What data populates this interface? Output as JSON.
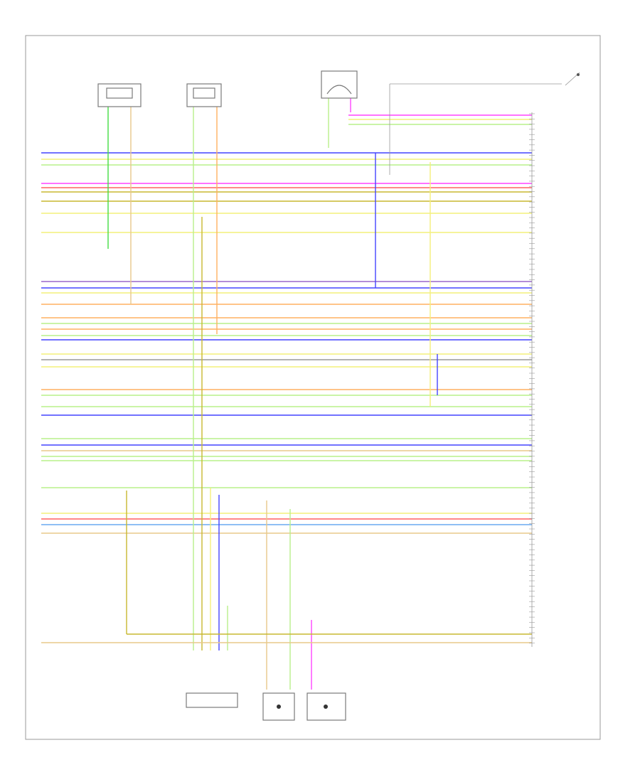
{
  "diagram_code": "",
  "components": {
    "pcm": {
      "name": "",
      "pin_count": 104
    },
    "sensor_top_1": {
      "name": ""
    },
    "sensor_top_2": {
      "name": ""
    },
    "sensor_top_3": {
      "name": ""
    },
    "switch_top_right": {
      "name": ""
    },
    "sensor_bottom_multi": {
      "name": ""
    },
    "knock_sensor_1": {
      "name": ""
    },
    "knock_sensor_2": {
      "name": ""
    }
  },
  "wire_colors": {
    "pink": "#ff44ff",
    "yellow": "#f4f07a",
    "light_green": "#b8f08a",
    "green": "#44dd44",
    "blue": "#4444ff",
    "orange": "#ffb060",
    "red": "#ff6060",
    "tan": "#e8c88a",
    "olive": "#c8b830",
    "gray": "#999999",
    "light_blue": "#6aaaf0",
    "purple": "#9966cc"
  },
  "wires": [
    {
      "color": "pink"
    },
    {
      "color": "yellow"
    },
    {
      "color": "light_green"
    },
    {
      "color": "blue"
    },
    {
      "color": "yellow"
    },
    {
      "color": "light_green"
    },
    {
      "color": "pink"
    },
    {
      "color": "red"
    },
    {
      "color": "olive"
    },
    {
      "color": "olive"
    },
    {
      "color": "yellow"
    },
    {
      "color": "yellow"
    },
    {
      "color": "purple"
    },
    {
      "color": "blue"
    },
    {
      "color": "yellow"
    },
    {
      "color": "orange"
    },
    {
      "color": "orange"
    },
    {
      "color": "light_green"
    },
    {
      "color": "orange"
    },
    {
      "color": "light_green"
    },
    {
      "color": "blue"
    },
    {
      "color": "yellow"
    },
    {
      "color": "gray"
    },
    {
      "color": "yellow"
    },
    {
      "color": "orange"
    },
    {
      "color": "light_green"
    },
    {
      "color": "light_green"
    },
    {
      "color": "blue"
    },
    {
      "color": "light_green"
    },
    {
      "color": "blue"
    },
    {
      "color": "tan"
    },
    {
      "color": "light_green"
    },
    {
      "color": "light_green"
    },
    {
      "color": "light_green"
    },
    {
      "color": "yellow"
    },
    {
      "color": "red"
    },
    {
      "color": "light_blue"
    },
    {
      "color": "tan"
    }
  ]
}
